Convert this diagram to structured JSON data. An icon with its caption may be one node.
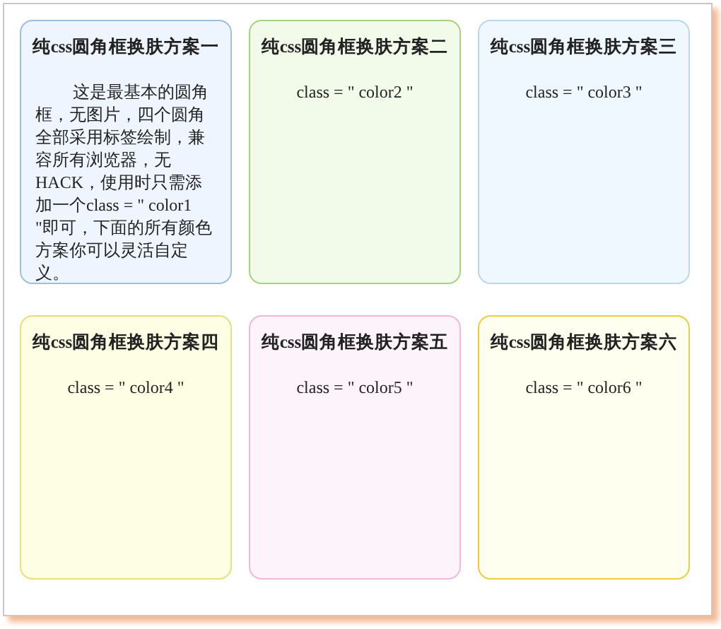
{
  "diagram": {
    "nodes": [
      {
        "text": [
          "纯css圆角框换肤方案一",
          "这是最基本的圆角框，无图片，四个圆角全部采用标签绘制，兼容所有浏览器，无HACK，使用时只需添加一个class = \" color1 \"即可，下面的所有颜色方案你可以灵活自定义。"
        ]
      },
      {
        "text": [
          "纯css圆角框换肤方案二",
          "class = \" color2 \""
        ]
      },
      {
        "text": [
          "纯css圆角框换肤方案三",
          "class = \" color3 \""
        ]
      },
      {
        "text": [
          "纯css圆角框换肤方案四",
          "class = \" color4 \""
        ]
      },
      {
        "text": [
          "纯css圆角框换肤方案五",
          "class = \" color5 \""
        ]
      },
      {
        "text": [
          "纯css圆角框换肤方案六",
          "class = \" color6 \""
        ]
      }
    ]
  }
}
